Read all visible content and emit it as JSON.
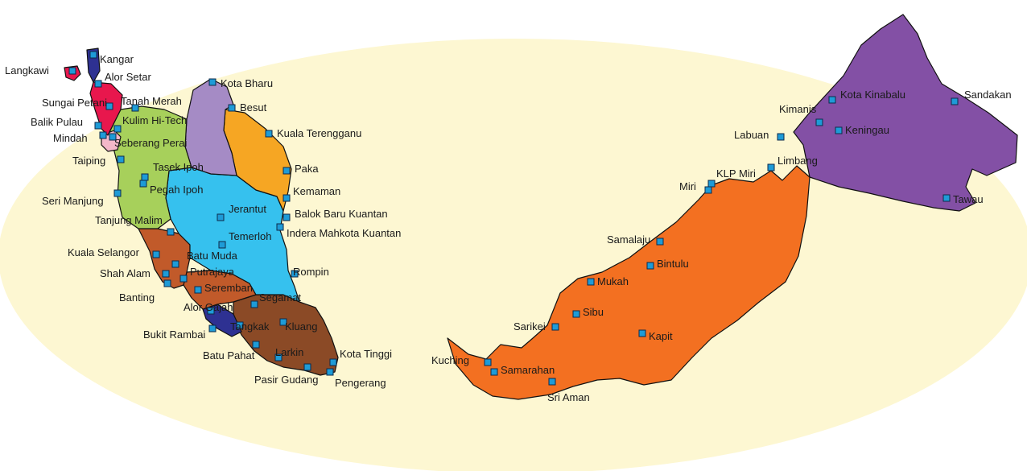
{
  "colors": {
    "background_ellipse": "#fdf7d2",
    "marker_fill": "#1e9bd7",
    "perlis": "#2e3192",
    "kedah": "#e8174d",
    "penang": "#f3b8c9",
    "perak": "#a7d05b",
    "kelantan": "#a58bc5",
    "terengganu": "#f6a623",
    "pahang": "#36c1ee",
    "selangor": "#c15a2a",
    "negeri_sembilan": "#c15a2a",
    "melaka": "#2e3192",
    "johor": "#8b4a26",
    "sarawak": "#f37021",
    "sabah": "#8350a5"
  },
  "cities": [
    {
      "id": "langkawi",
      "name": "Langkawi"
    },
    {
      "id": "kangar",
      "name": "Kangar"
    },
    {
      "id": "alor-setar",
      "name": "Alor Setar"
    },
    {
      "id": "sungai-petani",
      "name": "Sungai Petani"
    },
    {
      "id": "tanah-merah",
      "name": "Tanah Merah"
    },
    {
      "id": "kota-bharu",
      "name": "Kota Bharu"
    },
    {
      "id": "besut",
      "name": "Besut"
    },
    {
      "id": "balik-pulau",
      "name": "Balik Pulau"
    },
    {
      "id": "kulim-hi-tech",
      "name": "Kulim Hi-Tech"
    },
    {
      "id": "mindah",
      "name": "Mindah"
    },
    {
      "id": "seberang-perai",
      "name": "Seberang Perai"
    },
    {
      "id": "kuala-terengganu",
      "name": "Kuala Terengganu"
    },
    {
      "id": "taiping",
      "name": "Taiping"
    },
    {
      "id": "tasek-ipoh",
      "name": "Tasek Ipoh"
    },
    {
      "id": "paka",
      "name": "Paka"
    },
    {
      "id": "pegah-ipoh",
      "name": "Pegah Ipoh"
    },
    {
      "id": "kemaman",
      "name": "Kemaman"
    },
    {
      "id": "seri-manjung",
      "name": "Seri Manjung"
    },
    {
      "id": "jerantut",
      "name": "Jerantut"
    },
    {
      "id": "balok-baru-kuantan",
      "name": "Balok Baru Kuantan"
    },
    {
      "id": "tanjung-malim",
      "name": "Tanjung Malim"
    },
    {
      "id": "indera-mahkota-kuantan",
      "name": "Indera Mahkota Kuantan"
    },
    {
      "id": "temerloh",
      "name": "Temerloh"
    },
    {
      "id": "kuala-selangor",
      "name": "Kuala Selangor"
    },
    {
      "id": "batu-muda",
      "name": "Batu Muda"
    },
    {
      "id": "rompin",
      "name": "Rompin"
    },
    {
      "id": "shah-alam",
      "name": "Shah Alam"
    },
    {
      "id": "putrajaya",
      "name": "Putrajaya"
    },
    {
      "id": "seremban",
      "name": "Seremban"
    },
    {
      "id": "banting",
      "name": "Banting"
    },
    {
      "id": "segamat",
      "name": "Segamat"
    },
    {
      "id": "alor-gajah",
      "name": "Alor Gajah"
    },
    {
      "id": "bukit-rambai",
      "name": "Bukit Rambai"
    },
    {
      "id": "tangkak",
      "name": "Tangkak"
    },
    {
      "id": "kluang",
      "name": "Kluang"
    },
    {
      "id": "batu-pahat",
      "name": "Batu Pahat"
    },
    {
      "id": "larkin",
      "name": "Larkin"
    },
    {
      "id": "kota-tinggi",
      "name": "Kota Tinggi"
    },
    {
      "id": "pasir-gudang",
      "name": "Pasir Gudang"
    },
    {
      "id": "pengerang",
      "name": "Pengerang"
    },
    {
      "id": "kota-kinabalu",
      "name": "Kota Kinabalu"
    },
    {
      "id": "sandakan",
      "name": "Sandakan"
    },
    {
      "id": "kimanis",
      "name": "Kimanis"
    },
    {
      "id": "keningau",
      "name": "Keningau"
    },
    {
      "id": "labuan",
      "name": "Labuan"
    },
    {
      "id": "limbang",
      "name": "Limbang"
    },
    {
      "id": "klp-miri",
      "name": "KLP Miri"
    },
    {
      "id": "miri",
      "name": "Miri"
    },
    {
      "id": "tawau",
      "name": "Tawau"
    },
    {
      "id": "samalaju",
      "name": "Samalaju"
    },
    {
      "id": "bintulu",
      "name": "Bintulu"
    },
    {
      "id": "mukah",
      "name": "Mukah"
    },
    {
      "id": "sibu",
      "name": "Sibu"
    },
    {
      "id": "sarikei",
      "name": "Sarikei"
    },
    {
      "id": "kapit",
      "name": "Kapit"
    },
    {
      "id": "kuching",
      "name": "Kuching"
    },
    {
      "id": "samarahan",
      "name": "Samarahan"
    },
    {
      "id": "sri-aman",
      "name": "Sri Aman"
    }
  ]
}
